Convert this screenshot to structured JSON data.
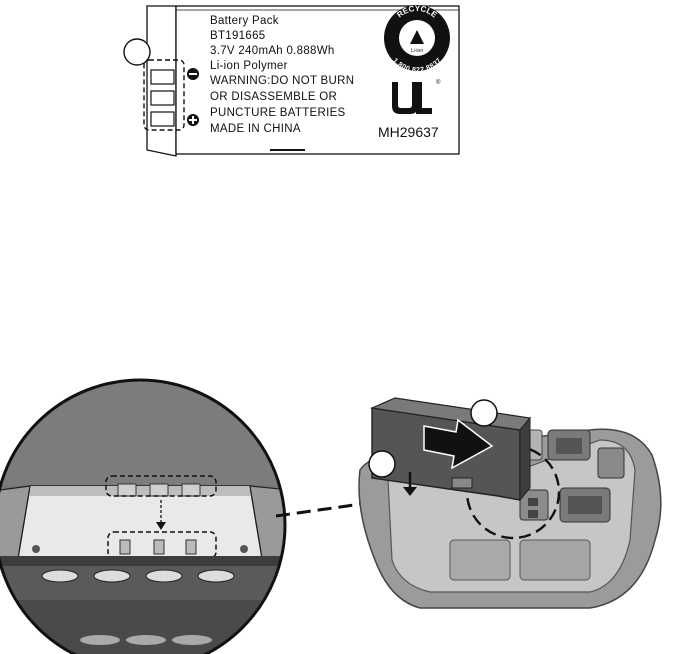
{
  "battery_label": {
    "lines": [
      "Battery Pack",
      "BT191665",
      "3.7V  240mAh  0.888Wh",
      "Li-ion Polymer",
      "WARNING:DO NOT BURN",
      "OR DISASSEMBLE OR",
      "PUNCTURE BATTERIES",
      "MADE IN CHINA"
    ],
    "model_code": "MH29637",
    "polarity_negative": "−",
    "polarity_positive": "+"
  },
  "recycle_seal": {
    "top_text": "RECYCLE",
    "bottom_text": "1.800.822.8837",
    "brand": "Li-ion"
  },
  "ul_mark": {
    "text": "UL",
    "registered": "®"
  },
  "colors": {
    "outline": "#111111",
    "handset_gray": "#8f8f8f",
    "handset_light": "#bdbdbd",
    "handset_dark": "#3a3a3a",
    "inset_bg": "#6e6e6e"
  },
  "icons": [
    "battery-pack-icon",
    "recycle-seal-icon",
    "ul-mark-icon",
    "step-marker-icon",
    "insert-arrow-icon"
  ]
}
